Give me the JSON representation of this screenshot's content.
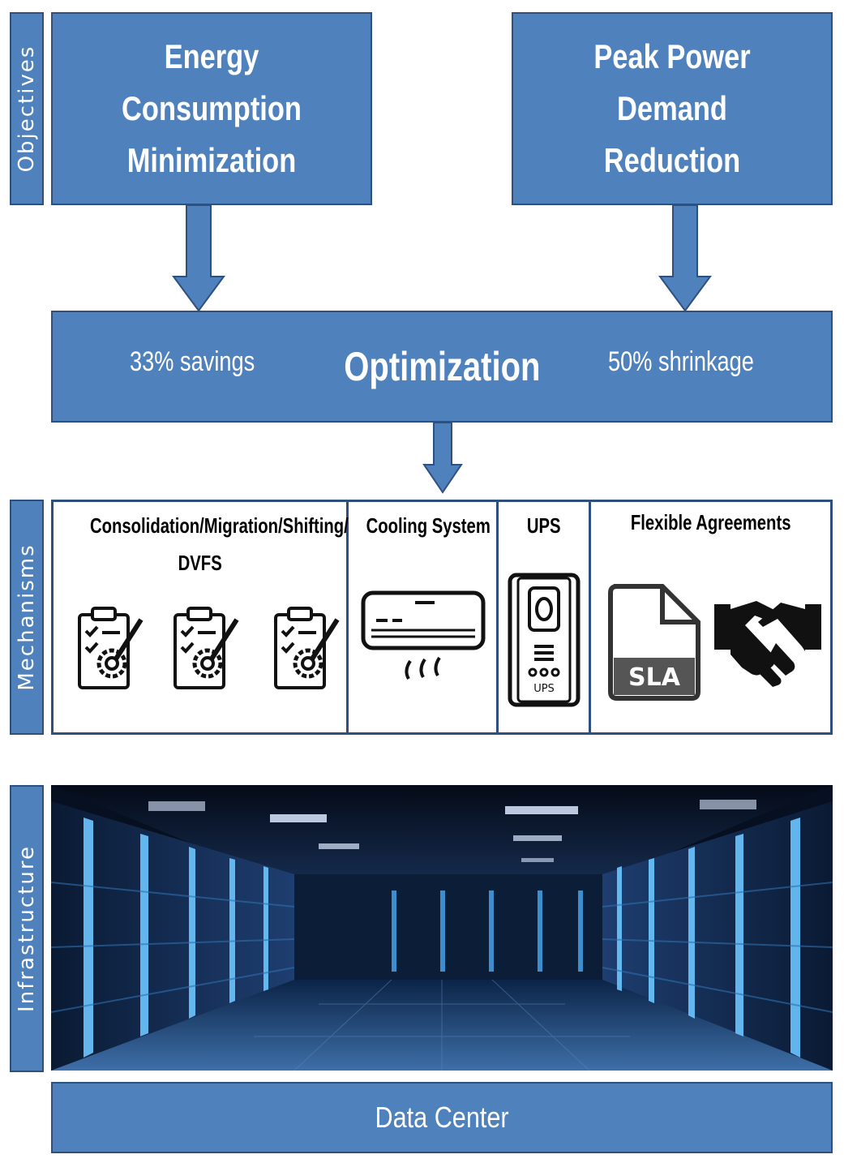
{
  "side_labels": {
    "objectives": "Objectives",
    "mechanisms": "Mechanisms",
    "infrastructure": "Infrastructure"
  },
  "objectives": {
    "left": {
      "line1": "Energy Consumption",
      "line2": "Minimization"
    },
    "right": {
      "line1": "Peak Power Demand",
      "line2": "Reduction"
    }
  },
  "optimization": {
    "title": "Optimization",
    "left_note": "33% savings",
    "right_note": "50% shrinkage"
  },
  "mechanisms": {
    "consolidation": {
      "line1": "Consolidation/Migration/Shifting/",
      "line2": "DVFS"
    },
    "cooling": "Cooling System",
    "ups": "UPS",
    "ups_icon_text": "UPS",
    "flexible": "Flexible Agreements",
    "sla_icon_text": "SLA"
  },
  "infrastructure": {
    "label": "Data Center"
  },
  "colors": {
    "box_fill": "#4f81bd",
    "box_border": "#2f4f7f",
    "text_light": "#ffffff",
    "text_dark": "#000000"
  }
}
